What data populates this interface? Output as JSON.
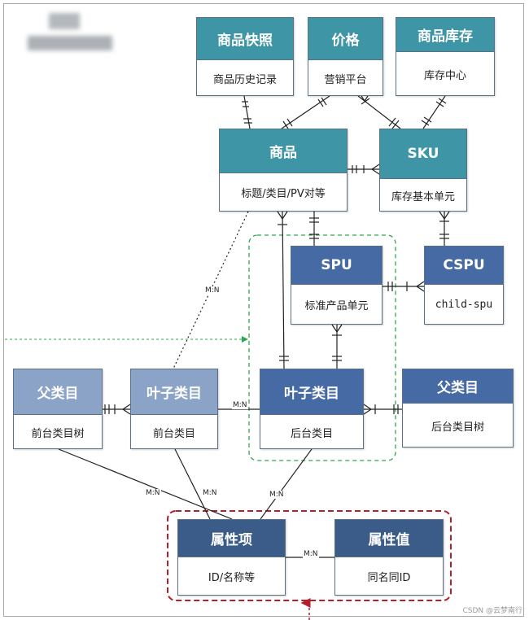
{
  "diagram": {
    "nodes": {
      "snapshot": {
        "title": "商品快照",
        "subtitle": "商品历史记录"
      },
      "price": {
        "title": "价格",
        "subtitle": "营销平台"
      },
      "inventory": {
        "title": "商品库存",
        "subtitle": "库存中心"
      },
      "product": {
        "title": "商品",
        "subtitle": "标题/类目/PV对等"
      },
      "sku": {
        "title": "SKU",
        "subtitle": "库存基本单元"
      },
      "spu": {
        "title": "SPU",
        "subtitle": "标准产品单元"
      },
      "cspu": {
        "title": "CSPU",
        "subtitle": "child-spu"
      },
      "front_parent": {
        "title": "父类目",
        "subtitle": "前台类目树"
      },
      "front_leaf": {
        "title": "叶子类目",
        "subtitle": "前台类目"
      },
      "back_leaf": {
        "title": "叶子类目",
        "subtitle": "后台类目"
      },
      "back_parent": {
        "title": "父类目",
        "subtitle": "后台类目树"
      },
      "attr_item": {
        "title": "属性项",
        "subtitle": "ID/名称等"
      },
      "attr_value": {
        "title": "属性值",
        "subtitle": "同名同ID"
      }
    },
    "edge_labels": {
      "product_front_leaf": "M:N",
      "front_back_leaf": "M:N",
      "front_parent_attr": "M:N",
      "front_leaf_attr": "M:N",
      "back_leaf_attr": "M:N",
      "attr_item_value": "M:N"
    },
    "colors": {
      "teal": "#3e95a5",
      "blue": "#466aa3",
      "light_blue": "#8aa3c6",
      "navy": "#3b5c89",
      "green_group": "#2fa84f",
      "red_group": "#b51e2b"
    }
  },
  "watermark": "CSDN @云梦南行"
}
